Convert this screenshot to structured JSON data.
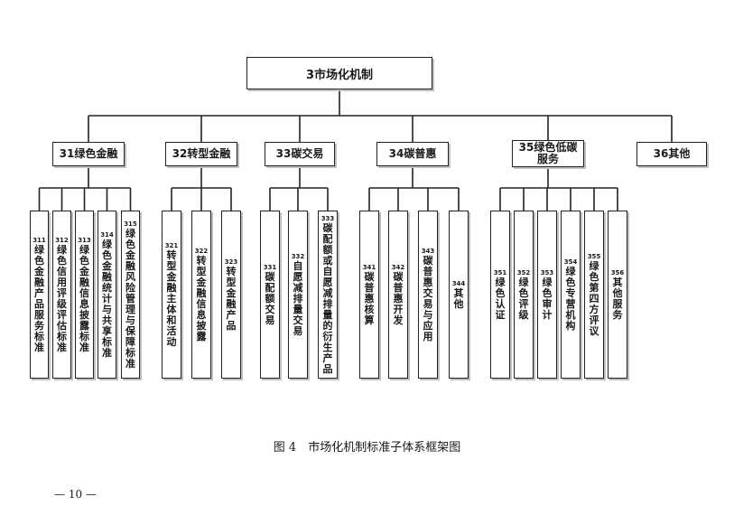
{
  "root": {
    "label": "3市场化机制"
  },
  "categories": [
    {
      "label": "31绿色金融",
      "items": [
        {
          "code": "311",
          "text": "绿色金融产品服务标准"
        },
        {
          "code": "312",
          "text": "绿色信用评级评估标准"
        },
        {
          "code": "313",
          "text": "绿色金融信息披露标准"
        },
        {
          "code": "314",
          "text": "绿色金融统计与共享标准"
        },
        {
          "code": "315",
          "text": "绿色金融风险管理与保障标准"
        }
      ]
    },
    {
      "label": "32转型金融",
      "items": [
        {
          "code": "321",
          "text": "转型金融主体和活动"
        },
        {
          "code": "322",
          "text": "转型金融信息披露"
        },
        {
          "code": "323",
          "text": "转型金融产品"
        }
      ]
    },
    {
      "label": "33碳交易",
      "items": [
        {
          "code": "331",
          "text": "碳配额交易"
        },
        {
          "code": "332",
          "text": "自愿减排量交易"
        },
        {
          "code": "333",
          "text": "碳配额或自愿减排量的衍生产品"
        }
      ]
    },
    {
      "label": "34碳普惠",
      "items": [
        {
          "code": "341",
          "text": "碳普惠核算"
        },
        {
          "code": "342",
          "text": "碳普惠开发"
        },
        {
          "code": "343",
          "text": "碳普惠交易与应用"
        },
        {
          "code": "344",
          "text": "其他"
        }
      ]
    },
    {
      "label": "35绿色低碳\n服务",
      "items": [
        {
          "code": "351",
          "text": "绿色认证"
        },
        {
          "code": "352",
          "text": "绿色评级"
        },
        {
          "code": "353",
          "text": "绿色审计"
        },
        {
          "code": "354",
          "text": "绿色专营机构"
        },
        {
          "code": "355",
          "text": "绿色第四方评议"
        },
        {
          "code": "356",
          "text": "其他服务"
        }
      ]
    },
    {
      "label": "36其他",
      "items": []
    }
  ],
  "caption": "图 4　市场化机制标准子体系框架图",
  "page_number": "— 10 —"
}
